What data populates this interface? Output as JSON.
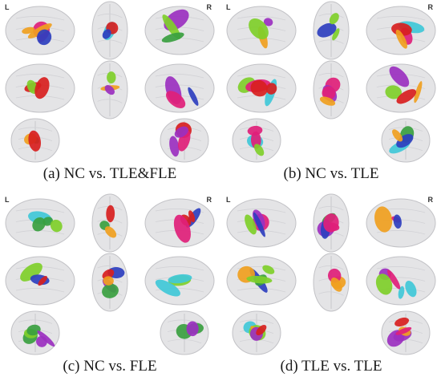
{
  "side_labels": {
    "left": "L",
    "right": "R"
  },
  "panels": [
    {
      "id": "a",
      "caption": "(a) NC vs. TLE&FLE",
      "colors": [
        "#2e3fbf",
        "#7fcf2a",
        "#e0207a",
        "#f0a020",
        "#40c8d8",
        "#9b30c0",
        "#d82020",
        "#3aa040"
      ]
    },
    {
      "id": "b",
      "caption": "(b) NC vs. TLE",
      "colors": [
        "#2e3fbf",
        "#f0a020",
        "#e0207a",
        "#40c8d8",
        "#d82020",
        "#7fcf2a",
        "#9b30c0",
        "#3aa040"
      ]
    },
    {
      "id": "c",
      "caption": "(c) NC vs. FLE",
      "colors": [
        "#7fcf2a",
        "#40c8d8",
        "#d82020",
        "#2e3fbf",
        "#9b30c0",
        "#e0207a",
        "#f0a020",
        "#3aa040"
      ]
    },
    {
      "id": "d",
      "caption": "(d) TLE vs. TLE",
      "colors": [
        "#2e3fbf",
        "#d82020",
        "#f0a020",
        "#7fcf2a",
        "#e0207a",
        "#40c8d8",
        "#9b30c0",
        "#3aa040"
      ]
    }
  ]
}
